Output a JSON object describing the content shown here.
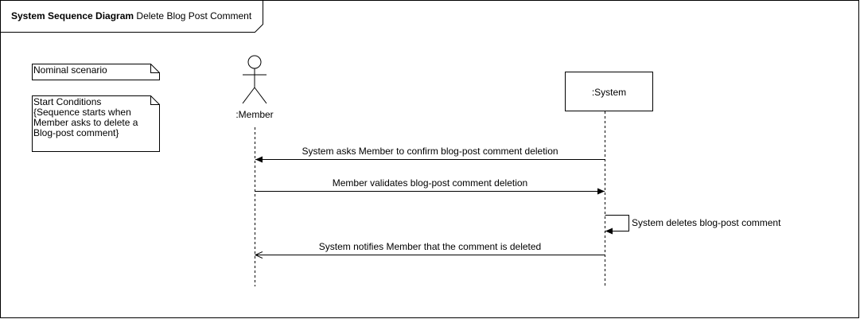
{
  "frame": {
    "kind_label": "System Sequence Diagram",
    "title": "Delete Blog Post Comment"
  },
  "notes": [
    {
      "text": "Nominal scenario"
    },
    {
      "text": "Start Conditions\n{Sequence starts when\nMember asks to delete a\nBlog-post comment}"
    }
  ],
  "participants": [
    {
      "name": ":Member",
      "kind": "actor"
    },
    {
      "name": ":System",
      "kind": "object"
    }
  ],
  "messages": [
    {
      "from": ":System",
      "to": ":Member",
      "label": "System asks Member to confirm blog-post comment deletion",
      "style": "sync"
    },
    {
      "from": ":Member",
      "to": ":System",
      "label": "Member validates blog-post comment deletion",
      "style": "sync"
    },
    {
      "from": ":System",
      "to": ":System",
      "label": "System deletes blog-post comment",
      "style": "self"
    },
    {
      "from": ":System",
      "to": ":Member",
      "label": "System notifies Member that the comment is deleted",
      "style": "open"
    }
  ]
}
